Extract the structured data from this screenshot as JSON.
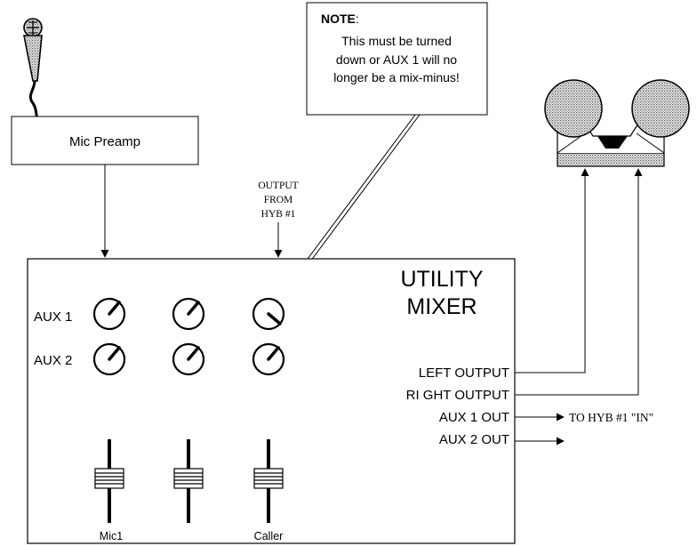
{
  "note": {
    "title": "NOTE",
    "colon": ":",
    "lines": [
      "This must be turned",
      "down or AUX 1 will no",
      "longer be a mix-minus!"
    ]
  },
  "preamp": {
    "label": "Mic Preamp"
  },
  "output_label": {
    "lines": [
      "OUTPUT",
      "FROM",
      "HYB #1"
    ]
  },
  "mixer": {
    "title_lines": [
      "UTILITY",
      "MIXER"
    ],
    "row_labels": [
      "AUX 1",
      "AUX 2"
    ],
    "channel_labels": [
      "Mic1",
      "",
      "Caller"
    ],
    "outputs": [
      "LEFT OUTPUT",
      "RI GHT OUTPUT",
      "AUX 1 OUT",
      "AUX 2 OUT"
    ]
  },
  "destinations": {
    "aux1": "TO HYB #1 \"IN\""
  }
}
